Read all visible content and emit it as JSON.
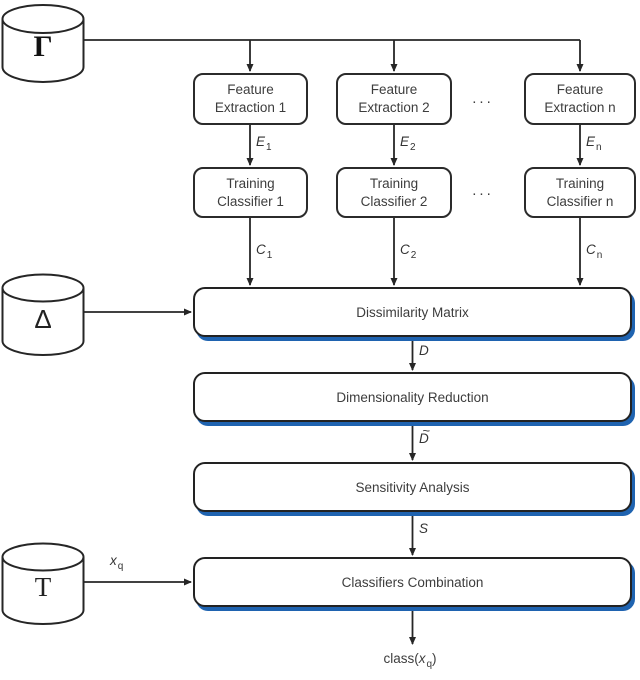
{
  "databases": {
    "gamma": "Γ",
    "delta": "Δ",
    "tau": "T"
  },
  "feature_extraction": [
    {
      "line1": "Feature",
      "line2": "Extraction 1"
    },
    {
      "line1": "Feature",
      "line2": "Extraction 2"
    },
    {
      "line1": "Feature",
      "line2": "Extraction n"
    }
  ],
  "training_classifiers": [
    {
      "line1": "Training",
      "line2": "Classifier 1"
    },
    {
      "line1": "Training",
      "line2": "Classifier 2"
    },
    {
      "line1": "Training",
      "line2": "Classifier n"
    }
  ],
  "ellipsis": "...",
  "process_boxes": [
    {
      "label": "Dissimilarity Matrix"
    },
    {
      "label": "Dimensionality Reduction"
    },
    {
      "label": "Sensitivity Analysis"
    },
    {
      "label": "Classifiers Combination"
    }
  ],
  "edge_labels": {
    "e1": {
      "main": "E",
      "sub": "1"
    },
    "e2": {
      "main": "E",
      "sub": "2"
    },
    "en": {
      "main": "E",
      "sub": "n"
    },
    "c1": {
      "main": "C",
      "sub": "1"
    },
    "c2": {
      "main": "C",
      "sub": "2"
    },
    "cn": {
      "main": "C",
      "sub": "n"
    },
    "d": {
      "main": "D"
    },
    "d_tilde": {
      "main": "D",
      "accent": "~"
    },
    "s": {
      "main": "S"
    },
    "x_q": {
      "main": "x",
      "sub": "q"
    },
    "output": {
      "prefix": "class(",
      "main": "x",
      "sub": "q",
      "suffix": ")"
    }
  },
  "colors": {
    "line": "#262626",
    "box_border": "#2b2b2b",
    "shadow_blue": "#1f63b0",
    "text": "#3d3d3d",
    "background": "#ffffff"
  }
}
